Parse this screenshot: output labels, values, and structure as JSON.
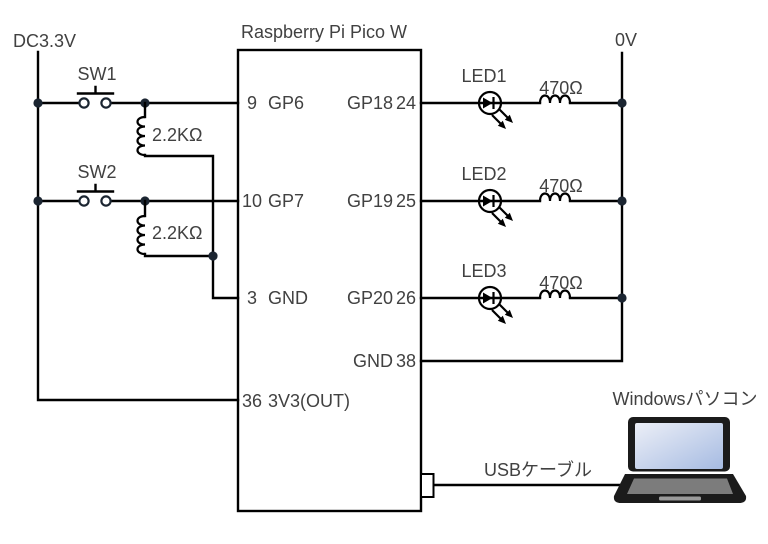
{
  "title": "Raspberry Pi Pico W",
  "rails": {
    "power": "DC3.3V",
    "ground": "0V"
  },
  "pico": {
    "left_pins": [
      {
        "num": "9",
        "name": "GP6"
      },
      {
        "num": "10",
        "name": "GP7"
      },
      {
        "num": "3",
        "name": "GND"
      },
      {
        "num": "36",
        "name": "3V3(OUT)"
      }
    ],
    "right_pins": [
      {
        "name": "GP18",
        "num": "24"
      },
      {
        "name": "GP19",
        "num": "25"
      },
      {
        "name": "GP20",
        "num": "26"
      },
      {
        "name": "GND",
        "num": "38"
      }
    ]
  },
  "switches": [
    {
      "label": "SW1",
      "pull_resistor": "2.2KΩ"
    },
    {
      "label": "SW2",
      "pull_resistor": "2.2KΩ"
    }
  ],
  "leds": [
    {
      "label": "LED1",
      "resistor": "470Ω"
    },
    {
      "label": "LED2",
      "resistor": "470Ω"
    },
    {
      "label": "LED3",
      "resistor": "470Ω"
    }
  ],
  "usb": {
    "cable_label": "USBケーブル"
  },
  "pc": {
    "label": "Windowsパソコン"
  },
  "colors": {
    "wire": "#000000",
    "label_text": "#414141",
    "node": "#1b2531",
    "laptop_frame": "#1b1b1b",
    "keyboard": "#7c7c7c",
    "screen_top": "#eceff7",
    "screen_bottom": "#a6bbe2"
  }
}
